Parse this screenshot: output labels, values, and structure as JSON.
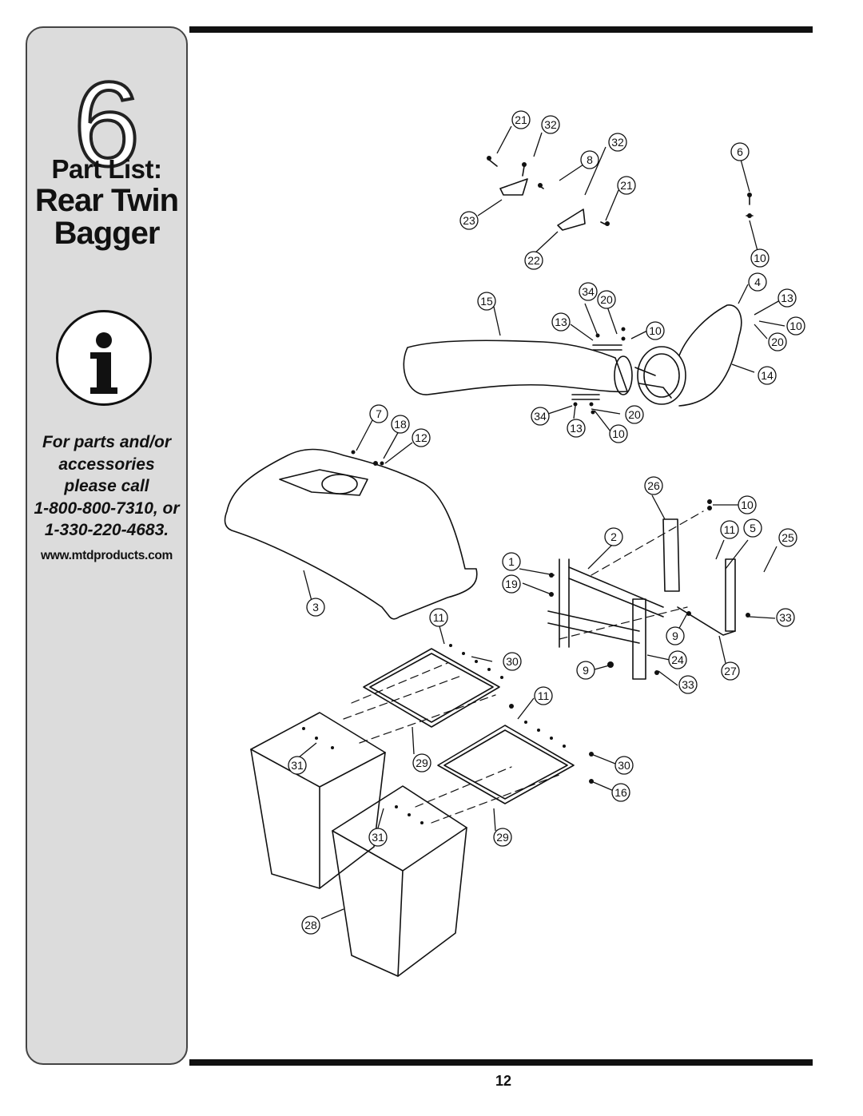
{
  "sidebar": {
    "chapter_number": "6",
    "title_line1": "Part List:",
    "title_line2": "Rear Twin",
    "title_line3": "Bagger",
    "info_icon": "info-icon",
    "contact_lines": [
      "For parts and/or",
      "accessories",
      "please call",
      "1-800-800-7310, or",
      "1-330-220-4683."
    ],
    "website": "www.mtdproducts.com"
  },
  "callouts": [
    {
      "label": "21"
    },
    {
      "label": "32"
    },
    {
      "label": "32"
    },
    {
      "label": "6"
    },
    {
      "label": "8"
    },
    {
      "label": "21"
    },
    {
      "label": "23"
    },
    {
      "label": "22"
    },
    {
      "label": "10"
    },
    {
      "label": "4"
    },
    {
      "label": "15"
    },
    {
      "label": "34"
    },
    {
      "label": "20"
    },
    {
      "label": "13"
    },
    {
      "label": "13"
    },
    {
      "label": "10"
    },
    {
      "label": "10"
    },
    {
      "label": "20"
    },
    {
      "label": "14"
    },
    {
      "label": "7"
    },
    {
      "label": "18"
    },
    {
      "label": "12"
    },
    {
      "label": "34"
    },
    {
      "label": "20"
    },
    {
      "label": "13"
    },
    {
      "label": "10"
    },
    {
      "label": "26"
    },
    {
      "label": "10"
    },
    {
      "label": "2"
    },
    {
      "label": "11"
    },
    {
      "label": "5"
    },
    {
      "label": "25"
    },
    {
      "label": "1"
    },
    {
      "label": "19"
    },
    {
      "label": "3"
    },
    {
      "label": "11"
    },
    {
      "label": "9"
    },
    {
      "label": "33"
    },
    {
      "label": "30"
    },
    {
      "label": "24"
    },
    {
      "label": "9"
    },
    {
      "label": "27"
    },
    {
      "label": "33"
    },
    {
      "label": "11"
    },
    {
      "label": "31"
    },
    {
      "label": "29"
    },
    {
      "label": "30"
    },
    {
      "label": "16"
    },
    {
      "label": "31"
    },
    {
      "label": "29"
    },
    {
      "label": "28"
    }
  ],
  "page_number": "12"
}
